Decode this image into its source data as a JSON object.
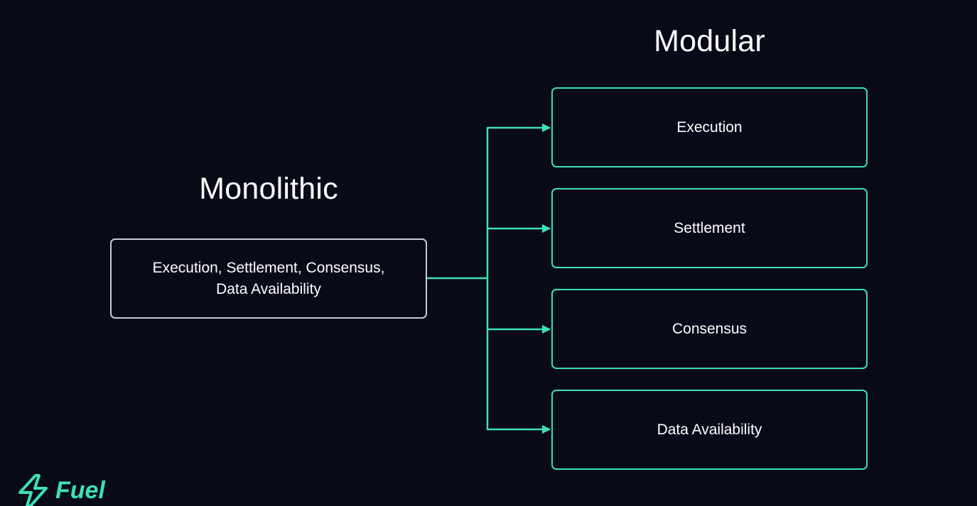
{
  "diagram": {
    "monolithic": {
      "title": "Monolithic",
      "label_line1": "Execution, Settlement, Consensus,",
      "label_line2": "Data Availability"
    },
    "modular": {
      "title": "Modular",
      "layers": [
        "Execution",
        "Settlement",
        "Consensus",
        "Data Availability"
      ]
    }
  },
  "brand": {
    "name": "Fuel",
    "icon": "lightning-bolt-icon"
  },
  "colors": {
    "background": "#090a18",
    "accent": "#3de0b4",
    "monolithic_border": "#c9cbd3",
    "text": "#ffffff"
  }
}
